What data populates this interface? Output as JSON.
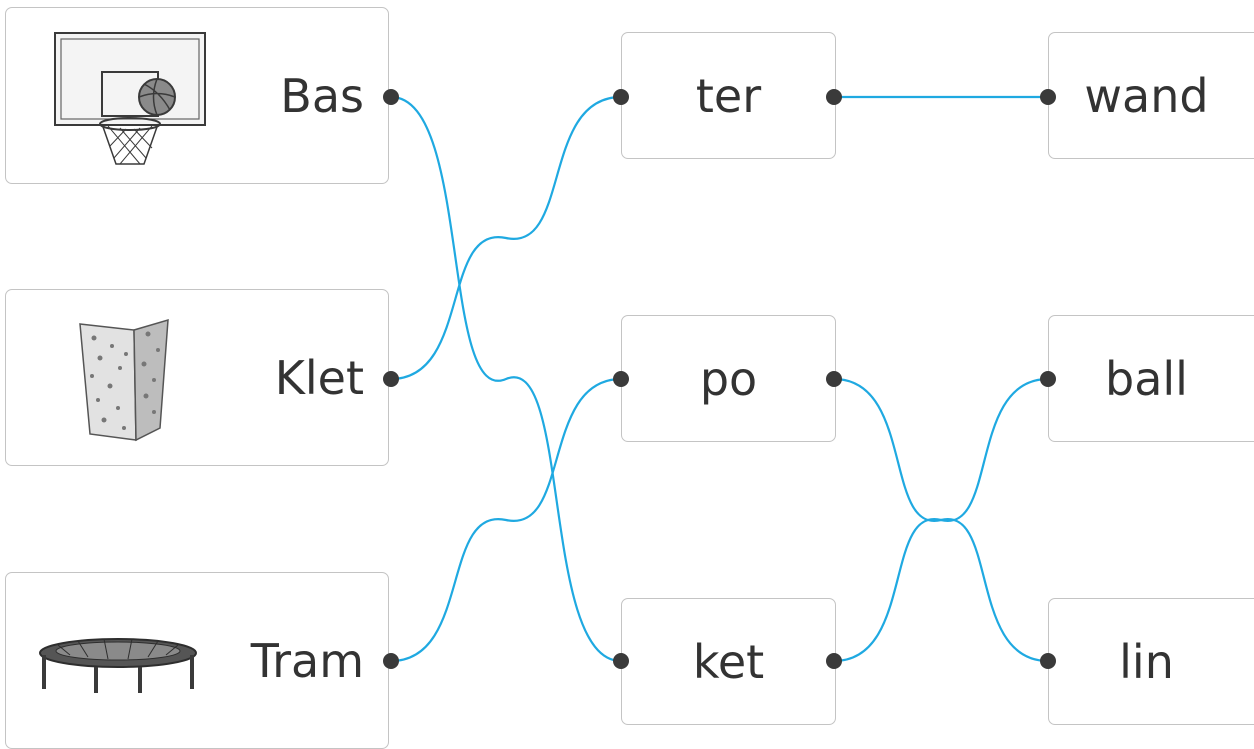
{
  "accent_color": "#1fa9e1",
  "dot_color": "#3a3a3a",
  "left_column": [
    {
      "label": "Bas",
      "icon": "basketball-hoop-icon"
    },
    {
      "label": "Klet",
      "icon": "climbing-wall-icon"
    },
    {
      "label": "Tram",
      "icon": "trampoline-icon"
    }
  ],
  "middle_column": [
    {
      "label": "ter"
    },
    {
      "label": "po"
    },
    {
      "label": "ket"
    }
  ],
  "right_column": [
    {
      "label": "wand"
    },
    {
      "label": "ball"
    },
    {
      "label": "lin"
    }
  ],
  "connections": [
    {
      "from": "Bas",
      "to": "ket"
    },
    {
      "from": "Klet",
      "to": "ter"
    },
    {
      "from": "Tram",
      "to": "po"
    },
    {
      "from": "ter",
      "to": "wand"
    },
    {
      "from": "po",
      "to": "lin"
    },
    {
      "from": "ket",
      "to": "ball"
    }
  ]
}
